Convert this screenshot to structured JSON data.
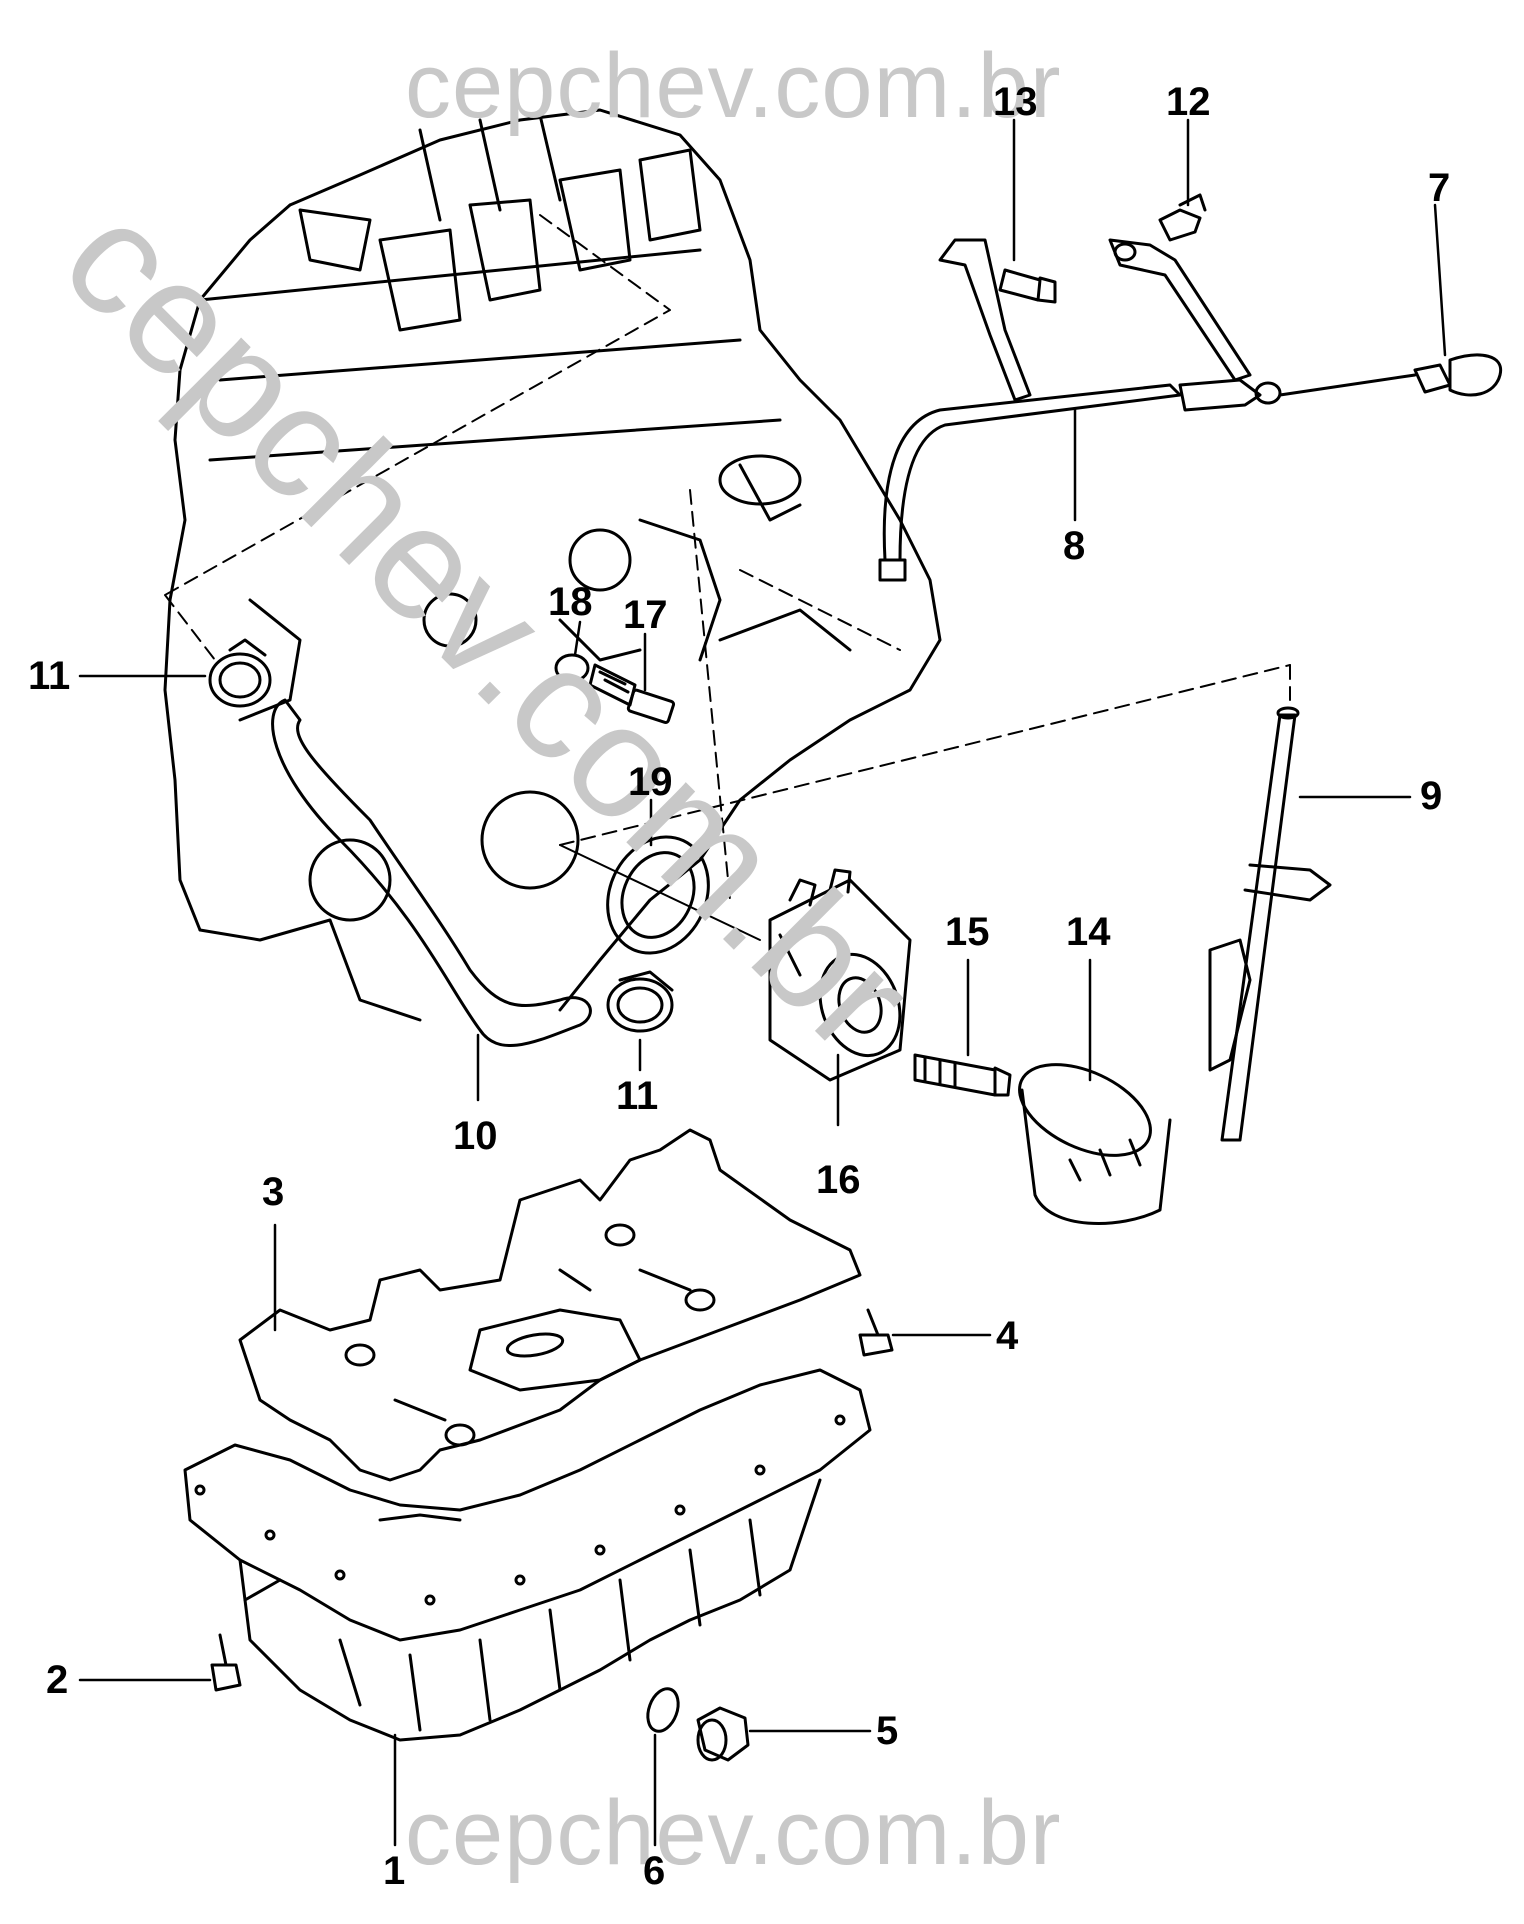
{
  "watermark": {
    "top": "cepchev.com.br",
    "bottom": "cepchev.com.br",
    "diagonal": "cepchev.com.br",
    "color": "#c8c8c8"
  },
  "colors": {
    "line": "#000000",
    "background": "#ffffff"
  },
  "callouts": [
    {
      "id": "1",
      "label": "1"
    },
    {
      "id": "2",
      "label": "2"
    },
    {
      "id": "3",
      "label": "3"
    },
    {
      "id": "4",
      "label": "4"
    },
    {
      "id": "5",
      "label": "5"
    },
    {
      "id": "6",
      "label": "6"
    },
    {
      "id": "7",
      "label": "7"
    },
    {
      "id": "8",
      "label": "8"
    },
    {
      "id": "9",
      "label": "9"
    },
    {
      "id": "10",
      "label": "10"
    },
    {
      "id": "11a",
      "label": "11"
    },
    {
      "id": "11b",
      "label": "11"
    },
    {
      "id": "12",
      "label": "12"
    },
    {
      "id": "13",
      "label": "13"
    },
    {
      "id": "14",
      "label": "14"
    },
    {
      "id": "15",
      "label": "15"
    },
    {
      "id": "16",
      "label": "16"
    },
    {
      "id": "17",
      "label": "17"
    },
    {
      "id": "18",
      "label": "18"
    },
    {
      "id": "19",
      "label": "19"
    }
  ]
}
